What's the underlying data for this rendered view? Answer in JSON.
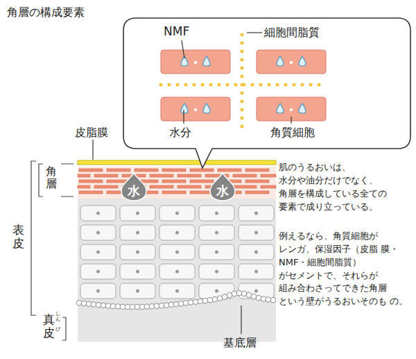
{
  "diagram": {
    "title": "角層の構成要素",
    "nodes": [
      {
        "text": [
          "水"
        ]
      },
      {
        "text": [
          "水"
        ]
      }
    ],
    "labels": [
      "NMF",
      "細胞間脂質",
      "水分",
      "角質細胞",
      "皮脂膜",
      "角層",
      "表皮",
      "真皮",
      "しん",
      "ぴ",
      "基底層",
      "肌のうるおいは、 水分や油分だけでなく、 角層を構成している全ての 要素で成り立っている。",
      "例えるなら、角質細胞が レンガ、保湿因子（皮脂 膜・NMF・細胞間脂質） がセメントで、それらが 組み合わさってできた角層 という壁がうるおいそのも の。"
    ]
  }
}
